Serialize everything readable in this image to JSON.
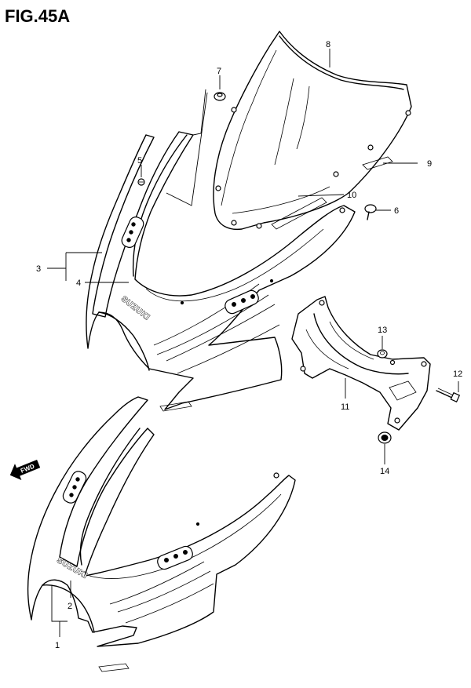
{
  "figure": {
    "title": "FIG.45A",
    "forward_label": "FWD",
    "brand_text": "SUZUKI",
    "callouts": [
      "1",
      "2",
      "3",
      "4",
      "5",
      "6",
      "7",
      "8",
      "9",
      "10",
      "11",
      "12",
      "13",
      "14"
    ]
  }
}
